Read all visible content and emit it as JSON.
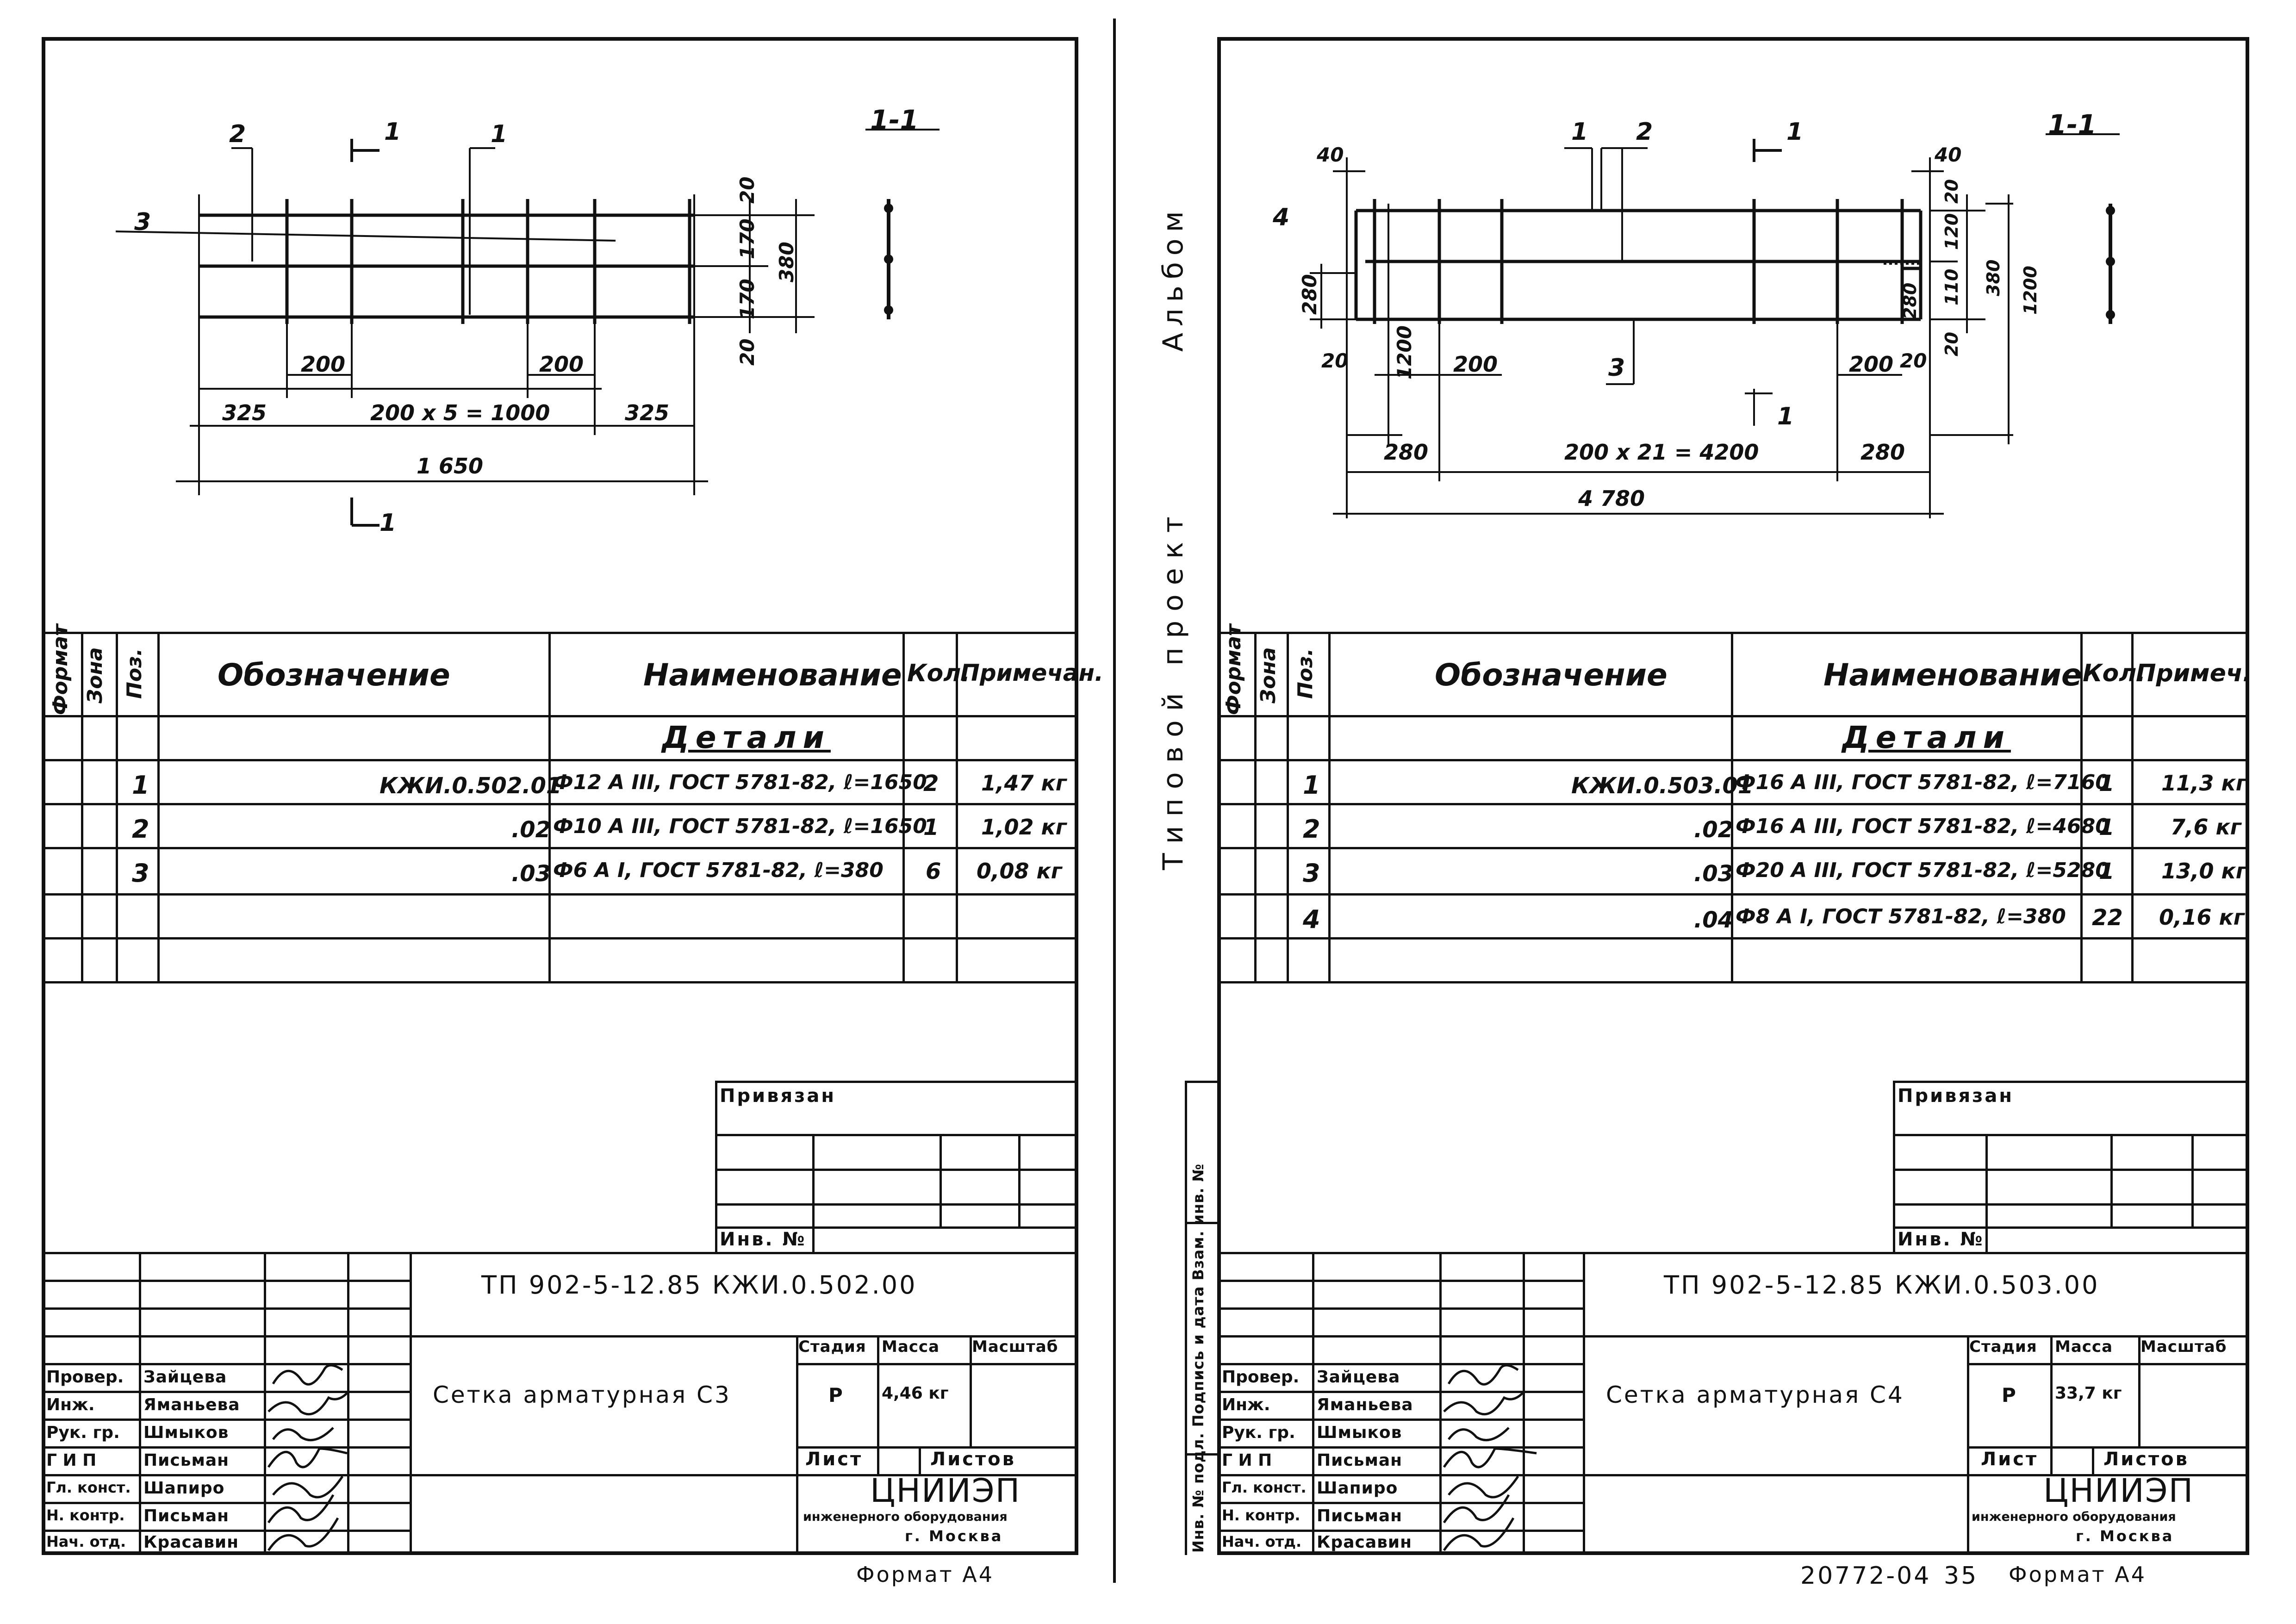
{
  "spine": {
    "text_line1": "Альбом",
    "text_line2": "Типовой проект"
  },
  "left_binding": "Инв. № подл.   Подпись и дата   Взам. инв. №",
  "sheets": [
    {
      "drawing": {
        "section_title": "1-1",
        "section_marker": "1",
        "pos_labels": [
          "2",
          "1",
          "3"
        ],
        "dims": {
          "d20a": "20",
          "d170a": "170",
          "d170b": "170",
          "d380": "380",
          "d20b": "20",
          "d200a": "200",
          "d200b": "200",
          "d325a": "325",
          "d_mid": "200 x 5 = 1000",
          "d325b": "325",
          "d_total": "1 650"
        }
      },
      "spec": {
        "headers": {
          "format": "Формат",
          "zone": "Зона",
          "pos": "Поз.",
          "designation": "Обозначение",
          "name": "Наименование",
          "qty": "Кол.",
          "note": "Примечан."
        },
        "section": "Детали",
        "rows": [
          {
            "pos": "1",
            "designation": "КЖИ.0.502.01",
            "name": "Ф12 А III, ГОСТ 5781-82, ℓ=1650",
            "qty": "2",
            "note": "1,47 кг"
          },
          {
            "pos": "2",
            "designation": ".02",
            "name": "Ф10 А III, ГОСТ 5781-82, ℓ=1650",
            "qty": "1",
            "note": "1,02 кг"
          },
          {
            "pos": "3",
            "designation": ".03",
            "name": "Ф6 А I, ГОСТ 5781-82, ℓ=380",
            "qty": "6",
            "note": "0,08 кг"
          }
        ]
      },
      "stamp": {
        "privyazan": "Привязан",
        "inv_no": "Инв. №",
        "code": "ТП 902-5-12.85     КЖИ.0.502.00",
        "title": "Сетка арматурная  С3",
        "stage_h": "Стадия",
        "mass_h": "Масса",
        "scale_h": "Масштаб",
        "stage": "Р",
        "mass": "4,46 кг",
        "sheet_h": "Лист",
        "sheets_h": "Листов",
        "org1": "ЦНИИЭП",
        "org2": "инженерного оборудования",
        "org3": "г. Москва",
        "roles": [
          "Провер.",
          "Инж.",
          "Рук. гр.",
          "Г И П",
          "Гл. конст.",
          "Н. контр.",
          "Нач. отд."
        ],
        "names": [
          "Зайцева",
          "Яманьева",
          "Шмыков",
          "Письман",
          "Шапиро",
          "Письман",
          "Красавин"
        ]
      },
      "format": "Формат А4"
    },
    {
      "drawing": {
        "section_title": "1-1",
        "section_marker": "1",
        "pos_labels": [
          "1",
          "2",
          "4",
          "3"
        ],
        "dims": {
          "d40a": "40",
          "d40b": "40",
          "d280a": "280",
          "d1200a": "1200",
          "d20a": "20",
          "d200a": "200",
          "d200b": "200",
          "d20b": "20",
          "d280b": "280",
          "d20c": "20",
          "d120": "120",
          "d110": "110",
          "d380": "380",
          "d1200b": "1200",
          "d20d": "20",
          "d280c": "280",
          "d_mid": "200 x 21 = 4200",
          "d280d": "280",
          "d_total": "4 780"
        }
      },
      "spec": {
        "headers": {
          "format": "Формат",
          "zone": "Зона",
          "pos": "Поз.",
          "designation": "Обозначение",
          "name": "Наименование",
          "qty": "Кол.",
          "note": "Примеч."
        },
        "section": "Детали",
        "rows": [
          {
            "pos": "1",
            "designation": "КЖИ.0.503.01",
            "name": "Ф16 А III, ГОСТ 5781-82, ℓ=7160",
            "qty": "1",
            "note": "11,3 кг"
          },
          {
            "pos": "2",
            "designation": ".02",
            "name": "Ф16 А III, ГОСТ 5781-82, ℓ=4680",
            "qty": "1",
            "note": "7,6 кг"
          },
          {
            "pos": "3",
            "designation": ".03",
            "name": "Ф20 А III, ГОСТ 5781-82, ℓ=5280",
            "qty": "1",
            "note": "13,0 кг"
          },
          {
            "pos": "4",
            "designation": ".04",
            "name": "Ф8 А I, ГОСТ 5781-82, ℓ=380",
            "qty": "22",
            "note": "0,16 кг"
          }
        ]
      },
      "stamp": {
        "privyazan": "Привязан",
        "inv_no": "Инв. №",
        "code": "ТП 902-5-12.85     КЖИ.0.503.00",
        "title": "Сетка арматурная  С4",
        "stage_h": "Стадия",
        "mass_h": "Масса",
        "scale_h": "Масштаб",
        "stage": "Р",
        "mass": "33,7 кг",
        "sheet_h": "Лист",
        "sheets_h": "Листов",
        "org1": "ЦНИИЭП",
        "org2": "инженерного оборудования",
        "org3": "г. Москва",
        "roles": [
          "Провер.",
          "Инж.",
          "Рук. гр.",
          "Г И П",
          "Гл. конст.",
          "Н. контр.",
          "Нач. отд."
        ],
        "names": [
          "Зайцева",
          "Яманьева",
          "Шмыков",
          "Письман",
          "Шапиро",
          "Письман",
          "Красавин"
        ]
      },
      "album_no": "20772-04",
      "page_no": "35",
      "format": "Формат А4"
    }
  ]
}
